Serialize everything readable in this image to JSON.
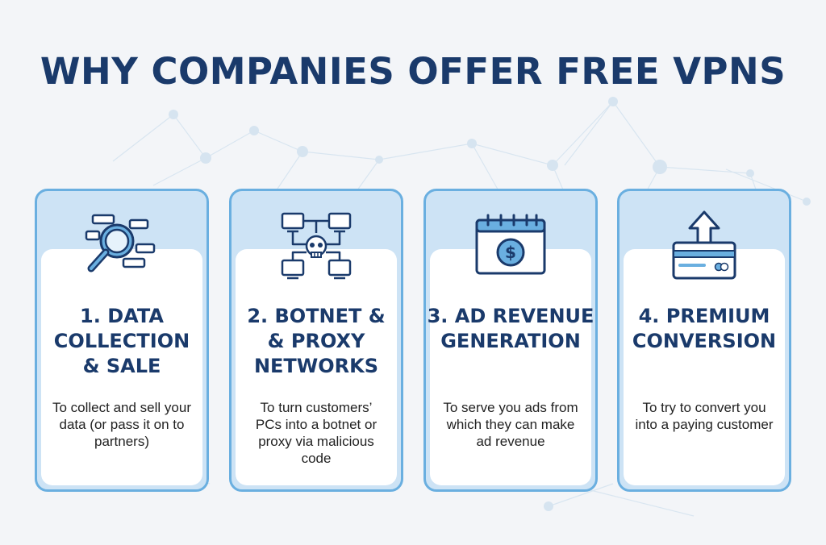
{
  "title": "WHY COMPANIES OFFER FREE VPNS",
  "colors": {
    "title": "#1a3a6b",
    "card_border": "#6aafe0",
    "card_header": "#cde3f5",
    "icon_stroke": "#1a3a6b",
    "icon_accent": "#6aafe0"
  },
  "cards": [
    {
      "icon": "magnifier-data-icon",
      "title": "1. DATA\nCOLLECTION\n& SALE",
      "description": "To collect and sell your data (or pass it on to partners)"
    },
    {
      "icon": "botnet-skull-icon",
      "title": "2. BOTNET &\n& PROXY\nNETWORKS",
      "description": "To turn customers’ PCs into a botnet or proxy via malicious code"
    },
    {
      "icon": "calendar-dollar-icon",
      "title": "3. AD REVENUE\nGENERATION",
      "description": "To serve you ads from which they can make ad revenue"
    },
    {
      "icon": "credit-card-upgrade-icon",
      "title": "4. PREMIUM\nCONVERSION",
      "description": "To try to convert you into a paying customer"
    }
  ]
}
